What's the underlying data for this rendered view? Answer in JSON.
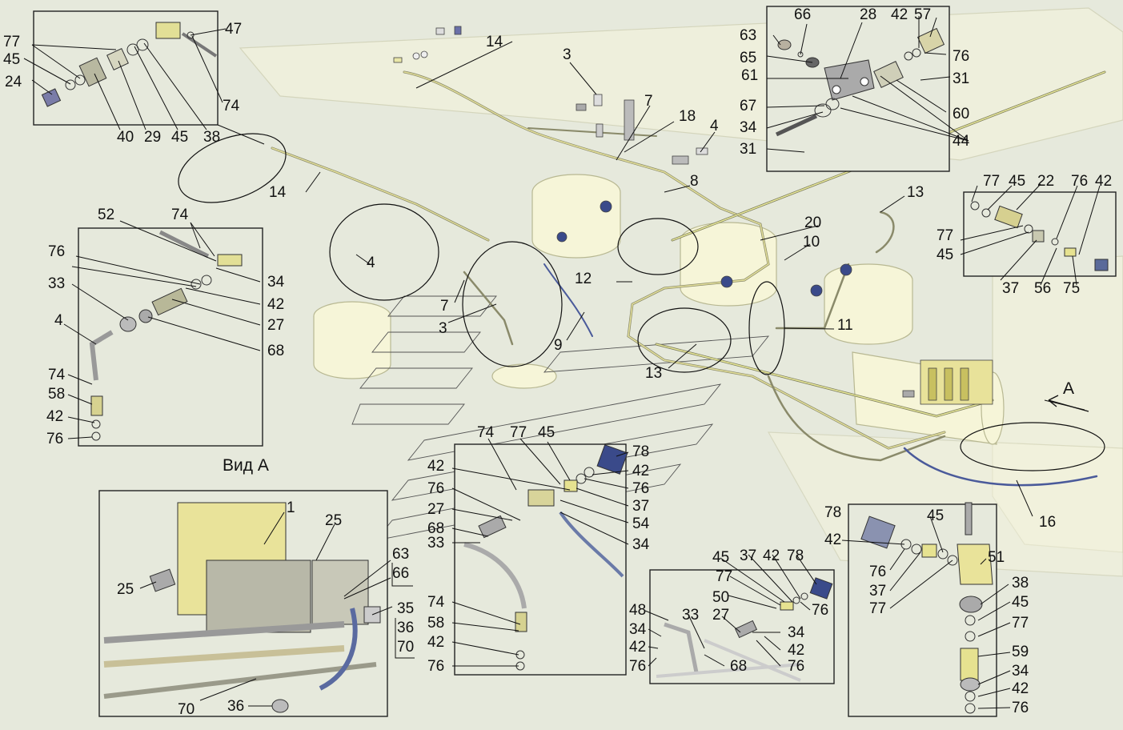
{
  "view_label": "Вид А",
  "arrow_label": "A",
  "callouts": {
    "tl": [
      "47",
      "77",
      "45",
      "24",
      "74",
      "40",
      "29",
      "45",
      "38"
    ],
    "main_top": [
      "14",
      "3",
      "7",
      "18",
      "4",
      "8",
      "14"
    ],
    "right_top": [
      "63",
      "66",
      "28",
      "42",
      "57",
      "65",
      "76",
      "61",
      "31",
      "67",
      "60",
      "34",
      "31",
      "44"
    ],
    "right_mid": [
      "77",
      "45",
      "22",
      "76",
      "42",
      "13",
      "77",
      "45",
      "37",
      "56",
      "75"
    ],
    "main_mid": [
      "20",
      "10",
      "12",
      "4",
      "7",
      "3",
      "9",
      "11",
      "13",
      "16"
    ],
    "left_mid": [
      "52",
      "74",
      "76",
      "34",
      "33",
      "42",
      "27",
      "68",
      "4",
      "74",
      "58",
      "42",
      "76"
    ],
    "bottom_left": [
      "1",
      "25",
      "25",
      "63",
      "66",
      "35",
      "36",
      "70",
      "70",
      "36"
    ],
    "center_bottom": [
      "74",
      "77",
      "45",
      "78",
      "42",
      "42",
      "76",
      "76",
      "27",
      "37",
      "68",
      "54",
      "33",
      "34",
      "74",
      "58",
      "42",
      "76"
    ],
    "bottom_mid": [
      "45",
      "37",
      "42",
      "78",
      "77",
      "50",
      "76",
      "48",
      "33",
      "27",
      "34",
      "34",
      "42",
      "42",
      "76",
      "68",
      "76"
    ],
    "bottom_right": [
      "78",
      "45",
      "42",
      "51",
      "76",
      "37",
      "77",
      "38",
      "45",
      "77",
      "59",
      "34",
      "42",
      "76"
    ]
  }
}
